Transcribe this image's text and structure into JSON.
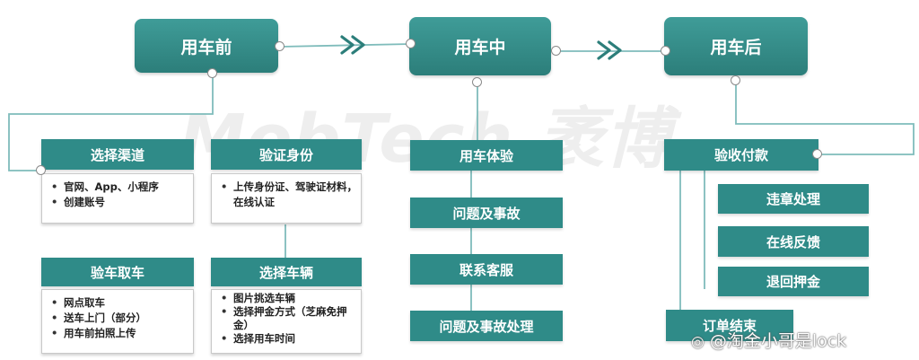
{
  "colors": {
    "teal": "#2f8b88",
    "line": "#7fbcbb",
    "node_border": "#8a8a8a"
  },
  "phases": {
    "before": "用车前",
    "during": "用车中",
    "after": "用车后"
  },
  "before": {
    "channel": {
      "title": "选择渠道",
      "items": [
        "官网、App、小程序",
        "创建账号"
      ]
    },
    "identity": {
      "title": "验证身份",
      "items": [
        "上传身份证、驾驶证材料，在线认证"
      ]
    },
    "pickup": {
      "title": "验车取车",
      "items": [
        "网点取车",
        "送车上门（部分）",
        "用车前拍照上传"
      ]
    },
    "vehicle": {
      "title": "选择车辆",
      "items": [
        "图片挑选车辆",
        "选择押金方式（芝麻免押金）",
        "选择用车时间"
      ]
    }
  },
  "during": {
    "title": "用车体验",
    "items": [
      "问题及事故",
      "联系客服",
      "问题及事故处理"
    ]
  },
  "after": {
    "title": "验收付款",
    "items": [
      "违章处理",
      "在线反馈",
      "退回押金"
    ],
    "end": "订单结束"
  },
  "watermark": {
    "text": "MobTech 袤博"
  },
  "credit": {
    "text": "@淘金小哥是lock"
  }
}
